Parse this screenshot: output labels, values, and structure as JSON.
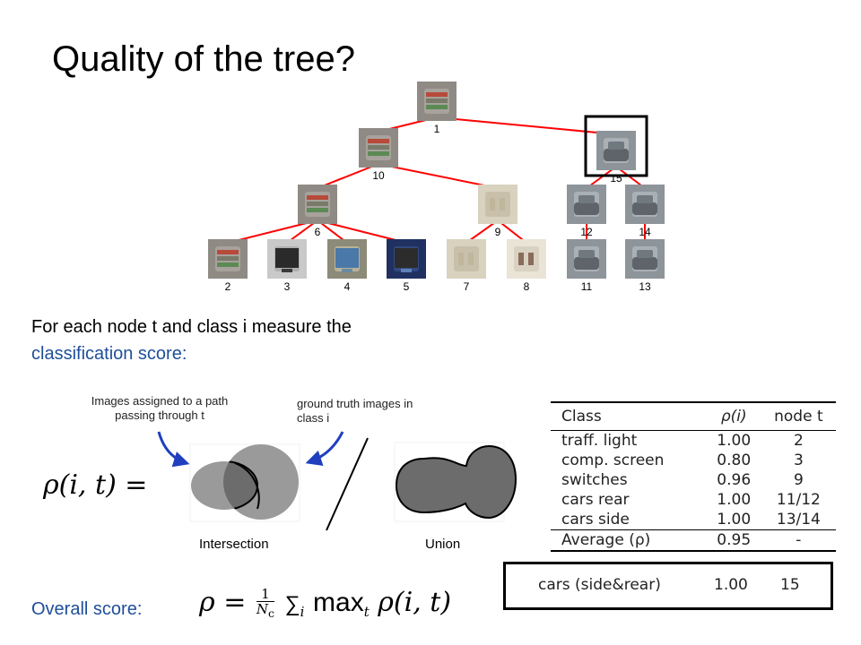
{
  "title": "Quality of the tree?",
  "tree": {
    "nodes": [
      {
        "id": "1",
        "label": "1",
        "thumb": "traffic-light"
      },
      {
        "id": "10",
        "label": "10",
        "thumb": "traffic-light"
      },
      {
        "id": "15",
        "label": "15",
        "thumb": "car",
        "highlighted": true
      },
      {
        "id": "6",
        "label": "6",
        "thumb": "traffic-light"
      },
      {
        "id": "9",
        "label": "9",
        "thumb": "switch"
      },
      {
        "id": "12",
        "label": "12",
        "thumb": "car"
      },
      {
        "id": "14",
        "label": "14",
        "thumb": "car"
      },
      {
        "id": "2",
        "label": "2",
        "thumb": "traffic-light"
      },
      {
        "id": "3",
        "label": "3",
        "thumb": "screen"
      },
      {
        "id": "4",
        "label": "4",
        "thumb": "monitor"
      },
      {
        "id": "5",
        "label": "5",
        "thumb": "monitor-blue"
      },
      {
        "id": "7",
        "label": "7",
        "thumb": "switch"
      },
      {
        "id": "8",
        "label": "8",
        "thumb": "switch-white"
      },
      {
        "id": "11",
        "label": "11",
        "thumb": "car"
      },
      {
        "id": "13",
        "label": "13",
        "thumb": "car"
      }
    ],
    "edges": [
      [
        "1",
        "10"
      ],
      [
        "1",
        "15"
      ],
      [
        "10",
        "6"
      ],
      [
        "10",
        "9"
      ],
      [
        "6",
        "2"
      ],
      [
        "6",
        "3"
      ],
      [
        "6",
        "4"
      ],
      [
        "6",
        "5"
      ],
      [
        "9",
        "7"
      ],
      [
        "9",
        "8"
      ],
      [
        "15",
        "12"
      ],
      [
        "15",
        "14"
      ],
      [
        "12",
        "11"
      ],
      [
        "14",
        "13"
      ]
    ],
    "edge_color": "#ff0000"
  },
  "description": {
    "line1": "For each node t and class i measure the",
    "line2": "classification score:"
  },
  "notes": {
    "assigned": "Images assigned to a path passing through t",
    "ground_truth": "ground truth images in class i"
  },
  "lhs": "ρ(i, t) =",
  "captions": {
    "intersection": "Intersection",
    "union": "Union"
  },
  "overall": {
    "label": "Overall score:",
    "rho": "ρ",
    "eq": "=",
    "frac_num": "1",
    "frac_den": "N",
    "frac_den_sub": "c",
    "sum": "∑",
    "sum_sub": "i",
    "max": "max",
    "max_sub": "t",
    "tail": "ρ(i, t)"
  },
  "table": {
    "headers": [
      "Class",
      "ρ(i)",
      "node t"
    ],
    "rows": [
      [
        "traff. light",
        "1.00",
        "2"
      ],
      [
        "comp. screen",
        "0.80",
        "3"
      ],
      [
        "switches",
        "0.96",
        "9"
      ],
      [
        "cars rear",
        "1.00",
        "11/12"
      ],
      [
        "cars side",
        "1.00",
        "13/14"
      ]
    ],
    "average": [
      "Average (ρ)",
      "0.95",
      "-"
    ]
  },
  "highlight_row": [
    "cars (side&rear)",
    "1.00",
    "15"
  ],
  "colors": {
    "accent_blue": "#1f4e9a",
    "venn_light": "#9a9a9a",
    "venn_dark": "#6c6c6c"
  }
}
